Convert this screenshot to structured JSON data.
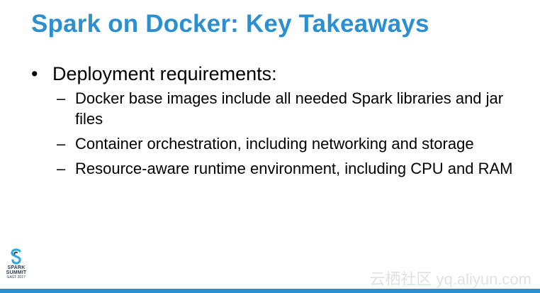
{
  "slide": {
    "title": "Spark on Docker: Key Takeaways",
    "bullet_glyph": "•",
    "dash_glyph": "–",
    "bullets": [
      {
        "text": "Deployment requirements:",
        "subitems": [
          "Docker base images include all needed Spark libraries and jar files",
          "Container orchestration, including networking and storage",
          "Resource-aware runtime environment, including CPU and RAM"
        ]
      }
    ]
  },
  "logo": {
    "line1": "SPARK",
    "line2": "SUMMIT",
    "line3": "EAST 2017"
  },
  "watermark": "云栖社区 yq.aliyun.com",
  "colors": {
    "title": "#2b8fd0",
    "bar": "#2b8fd0",
    "logo_accent": "#35a8dc",
    "logo_dark": "#2a3f54"
  }
}
